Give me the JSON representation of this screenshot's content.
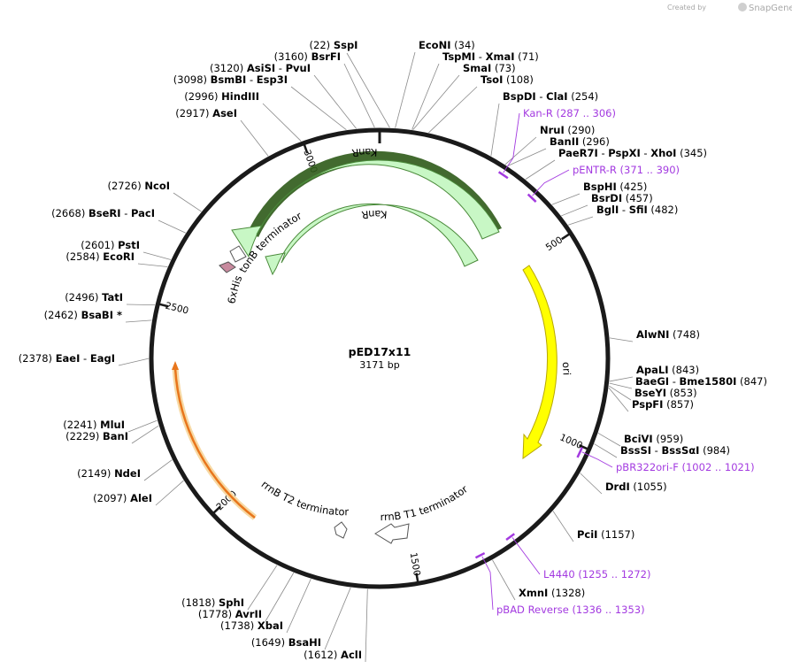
{
  "header": {
    "created_by": "Created by",
    "brand": "SnapGene"
  },
  "plasmid": {
    "name": "pED17x11",
    "size_label": "3171 bp",
    "length": 3171
  },
  "colors": {
    "backbone": "#1a1a1a",
    "kanr": "#c8f7c5",
    "kanr_edge": "#4a8a3a",
    "kanr_highlight": "#2e5a18",
    "ori": "#ffff00",
    "ori_edge": "#b8a800",
    "orange": "#e8761c",
    "primer": "#a33ae0",
    "tag": "#c88a9e"
  },
  "ticks": [
    {
      "pos": 500,
      "label": "500"
    },
    {
      "pos": 1000,
      "label": "1000"
    },
    {
      "pos": 1500,
      "label": "1500"
    },
    {
      "pos": 2000,
      "label": "2000"
    },
    {
      "pos": 2500,
      "label": "2500"
    },
    {
      "pos": 3000,
      "label": "3000"
    }
  ],
  "sites": [
    {
      "name": "SspI",
      "position": "(22)",
      "pos": 22
    },
    {
      "name": "EcoNI",
      "position": "(34)",
      "pos": 34
    },
    {
      "name": "TspMI",
      "name2": "XmaI",
      "position": "(71)",
      "pos": 71
    },
    {
      "name": "SmaI",
      "position": "(73)",
      "pos": 73
    },
    {
      "name": "TsoI",
      "position": "(108)",
      "pos": 108
    },
    {
      "name": "BspDI",
      "name2": "ClaI",
      "position": "(254)",
      "pos": 254
    },
    {
      "name": "NruI",
      "position": "(290)",
      "pos": 290
    },
    {
      "name": "BanII",
      "position": "(296)",
      "pos": 296
    },
    {
      "name": "PaeR7I",
      "name2": "PspXI",
      "name3": "XhoI",
      "position": "(345)",
      "pos": 345
    },
    {
      "name": "BspHI",
      "position": "(425)",
      "pos": 425
    },
    {
      "name": "BsrDI",
      "position": "(457)",
      "pos": 457
    },
    {
      "name": "BglI",
      "name2": "SfiI",
      "position": "(482)",
      "pos": 482
    },
    {
      "name": "AlwNI",
      "position": "(748)",
      "pos": 748
    },
    {
      "name": "ApaLI",
      "position": "(843)",
      "pos": 843
    },
    {
      "name": "BaeGI",
      "name2": "Bme1580I",
      "position": "(847)",
      "pos": 847
    },
    {
      "name": "BseYI",
      "position": "(853)",
      "pos": 853
    },
    {
      "name": "PspFI",
      "position": "(857)",
      "pos": 857
    },
    {
      "name": "BciVI",
      "position": "(959)",
      "pos": 959
    },
    {
      "name": "BssSI",
      "name2": "BssSαI",
      "position": "(984)",
      "pos": 984
    },
    {
      "name": "DrdI",
      "position": "(1055)",
      "pos": 1055
    },
    {
      "name": "PciI",
      "position": "(1157)",
      "pos": 1157
    },
    {
      "name": "XmnI",
      "position": "(1328)",
      "pos": 1328
    },
    {
      "name": "AclI",
      "position": "(1612)",
      "pos": 1612
    },
    {
      "name": "BsaHI",
      "position": "(1649)",
      "pos": 1649
    },
    {
      "name": "XbaI",
      "position": "(1738)",
      "pos": 1738
    },
    {
      "name": "AvrII",
      "position": "(1778)",
      "pos": 1778
    },
    {
      "name": "SphI",
      "position": "(1818)",
      "pos": 1818
    },
    {
      "name": "AleI",
      "position": "(2097)",
      "pos": 2097
    },
    {
      "name": "NdeI",
      "position": "(2149)",
      "pos": 2149
    },
    {
      "name": "BanI",
      "position": "(2229)",
      "pos": 2229
    },
    {
      "name": "MluI",
      "position": "(2241)",
      "pos": 2241
    },
    {
      "name": "EaeI",
      "name2": "EagI",
      "position": "(2378)",
      "pos": 2378
    },
    {
      "name": "BsaBI *",
      "position": "(2462)",
      "pos": 2462
    },
    {
      "name": "TatI",
      "position": "(2496)",
      "pos": 2496
    },
    {
      "name": "EcoRI",
      "position": "(2584)",
      "pos": 2584
    },
    {
      "name": "PstI",
      "position": "(2601)",
      "pos": 2601
    },
    {
      "name": "BseRI",
      "name2": "PacI",
      "position": "(2668)",
      "pos": 2668
    },
    {
      "name": "NcoI",
      "position": "(2726)",
      "pos": 2726
    },
    {
      "name": "AseI",
      "position": "(2917)",
      "pos": 2917
    },
    {
      "name": "HindIII",
      "position": "(2996)",
      "pos": 2996
    },
    {
      "name": "BsmBI",
      "name2": "Esp3I",
      "position": "(3098)",
      "pos": 3098
    },
    {
      "name": "AsiSI",
      "name2": "PvuI",
      "position": "(3120)",
      "pos": 3120
    },
    {
      "name": "BsrFI",
      "position": "(3160)",
      "pos": 3160
    }
  ],
  "primers": [
    {
      "name": "Kan-R",
      "range": "(287 .. 306)",
      "start": 287,
      "end": 306
    },
    {
      "name": "pENTR-R",
      "range": "(371 .. 390)",
      "start": 371,
      "end": 390
    },
    {
      "name": "pBR322ori-F",
      "range": "(1002 .. 1021)",
      "start": 1002,
      "end": 1021
    },
    {
      "name": "L4440",
      "range": "(1255 .. 1272)",
      "start": 1255,
      "end": 1272
    },
    {
      "name": "pBAD Reverse",
      "range": "(1336 .. 1353)",
      "start": 1336,
      "end": 1353
    }
  ],
  "features": {
    "kanr_outer": "KanR",
    "kanr_inner": "KanR",
    "ori": "ori",
    "tonb": "tonB terminator",
    "his": "6xHis",
    "rrnb_t2": "rrnB T2 terminator",
    "rrnb_t1": "rrnB T1 terminator"
  }
}
